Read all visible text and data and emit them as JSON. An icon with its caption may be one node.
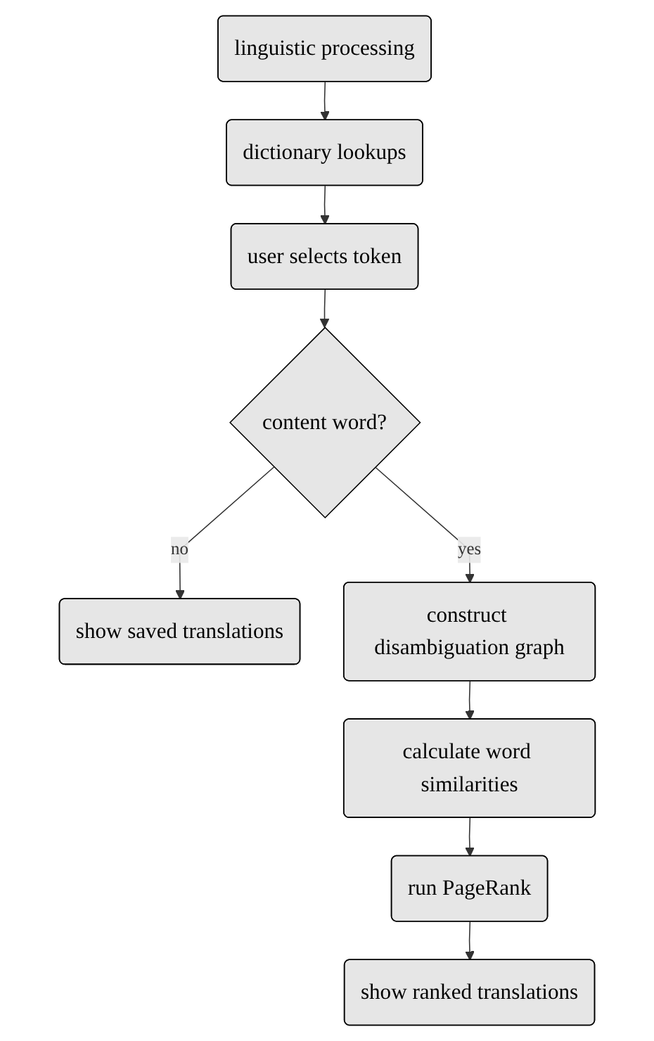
{
  "diagram": {
    "nodes": [
      {
        "text": [
          "linguistic processing"
        ]
      },
      {
        "text": [
          "dictionary lookups"
        ]
      },
      {
        "text": [
          "user selects token"
        ]
      },
      {
        "text": [
          "content word?"
        ]
      },
      {
        "text": [
          "show saved translations"
        ]
      },
      {
        "text": [
          "construct disambiguation graph"
        ]
      },
      {
        "text": [
          "calculate word similarities"
        ]
      },
      {
        "text": [
          "run PageRank"
        ]
      },
      {
        "text": [
          "show ranked translations"
        ]
      }
    ],
    "edges": [
      {
        "from": 0,
        "to": 1,
        "arrow": "to"
      },
      {
        "from": 1,
        "to": 2,
        "arrow": "to"
      },
      {
        "from": 2,
        "to": 3,
        "arrow": "to"
      },
      {
        "from": 3,
        "to": 5,
        "arrow": "to",
        "label": "yes"
      },
      {
        "from": 3,
        "to": 4,
        "arrow": "to",
        "label": "no"
      },
      {
        "from": 5,
        "to": 6,
        "arrow": "to"
      },
      {
        "from": 6,
        "to": 7,
        "arrow": "to"
      },
      {
        "from": 7,
        "to": 8,
        "arrow": "to"
      }
    ]
  }
}
